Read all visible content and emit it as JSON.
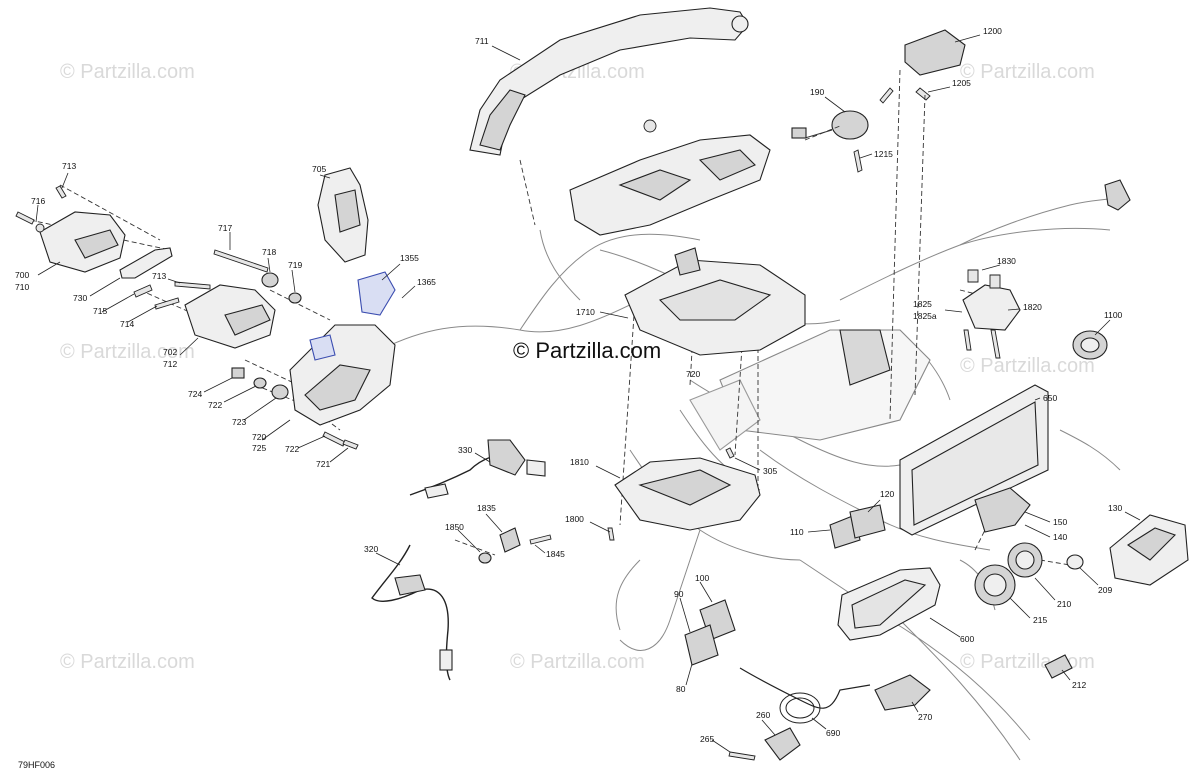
{
  "watermark": "© Partzilla.com",
  "center_watermark": "© Partzilla.com",
  "diagram_code": "79HF006",
  "labels": {
    "l711": "711",
    "l1200": "1200",
    "l1205": "1205",
    "l190": "190",
    "l1215": "1215",
    "l713a": "713",
    "l716": "716",
    "l705": "705",
    "l717": "717",
    "l718": "718",
    "l719": "719",
    "l1355": "1355",
    "l1365": "1365",
    "l700": "700",
    "l710": "710",
    "l730": "730",
    "l713b": "713",
    "l715": "715",
    "l714": "714",
    "l702": "702",
    "l712": "712",
    "l724": "724",
    "l722a": "722",
    "l723": "723",
    "l720": "720",
    "l725": "725",
    "l722b": "722",
    "l721": "721",
    "l1710": "1710",
    "l720b": "720",
    "l1830": "1830",
    "l1825": "1825",
    "l1825a": "1825a",
    "l1820": "1820",
    "l1100": "1100",
    "l650": "650",
    "l330": "330",
    "l305": "305",
    "l1810": "1810",
    "l1800": "1800",
    "l1835": "1835",
    "l1850": "1850",
    "l1845": "1845",
    "l320": "320",
    "l120": "120",
    "l110": "110",
    "l150": "150",
    "l140": "140",
    "l130": "130",
    "l209": "209",
    "l210": "210",
    "l215": "215",
    "l100": "100",
    "l90": "90",
    "l80": "80",
    "l600": "600",
    "l212": "212",
    "l270": "270",
    "l260": "260",
    "l690": "690",
    "l265": "265"
  }
}
